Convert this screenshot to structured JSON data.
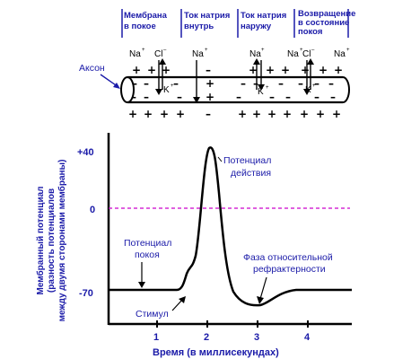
{
  "phases": [
    {
      "line1": "Мембрана",
      "line2": "в покое"
    },
    {
      "line1": "Ток натрия",
      "line2": "внутрь"
    },
    {
      "line1": "Ток натрия",
      "line2": "наружу"
    },
    {
      "line1": "Возвращение",
      "line2": "в состояние",
      "line3": "покоя"
    }
  ],
  "axon_label": "Аксон",
  "ions": {
    "na": "Na",
    "cl": "Cl",
    "k": "K",
    "plus": "+",
    "minus": "–"
  },
  "y_axis": {
    "line1": "Мембранный потенциал",
    "line2": "(разность потенциалов",
    "line3": "между двумя сторонами мембраны)",
    "ticks": [
      "+40",
      "0",
      "-70"
    ]
  },
  "x_axis": {
    "label": "Время  (в миллисекундах)",
    "ticks": [
      "1",
      "2",
      "3",
      "4"
    ]
  },
  "annotations": {
    "action_potential_1": "Потенциал",
    "action_potential_2": "действия",
    "resting_1": "Потенциал",
    "resting_2": "покоя",
    "refractory_1": "Фаза относительной",
    "refractory_2": "рефрактерности",
    "stimulus": "Стимул"
  },
  "colors": {
    "label_blue": "#1a1aa8",
    "zero_line": "#cc00cc"
  }
}
